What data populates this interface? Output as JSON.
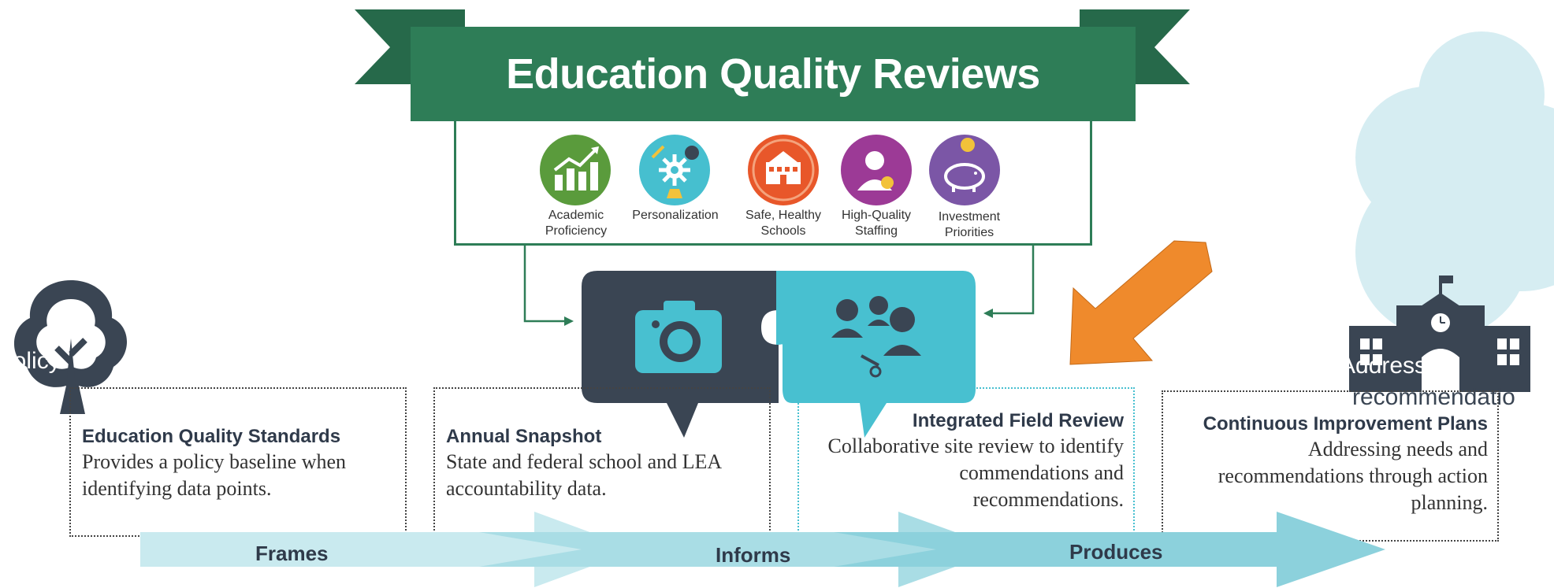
{
  "banner": {
    "title": "Education Quality Reviews"
  },
  "categories": [
    {
      "label": "Academic\nProficiency",
      "icon": "growth-chart-icon",
      "color": "#5a9b3c"
    },
    {
      "label": "Personalization",
      "icon": "gear-palette-icon",
      "color": "#46bfcf"
    },
    {
      "label": "Safe, Healthy\nSchools",
      "icon": "school-icon",
      "color": "#e8572a"
    },
    {
      "label": "High-Quality\nStaffing",
      "icon": "teacher-award-icon",
      "color": "#9c3a96"
    },
    {
      "label": "Investment\nPriorities",
      "icon": "piggy-bank-icon",
      "color": "#7b56a6"
    }
  ],
  "boxes": [
    {
      "title": "Education Quality Standards",
      "text": "Provides a policy baseline when identifying data points."
    },
    {
      "title": "Annual Snapshot",
      "text": "State and federal school and LEA accountability data."
    },
    {
      "title": "Integrated Field Review",
      "text": "Collaborative site review to identify commendations and recommendations."
    },
    {
      "title": "Continuous Improvement Plans",
      "text": "Addressing needs and recommendations through action planning."
    }
  ],
  "flow": {
    "labels": [
      "Frames",
      "Informs",
      "Produces"
    ]
  },
  "overflow_text": {
    "left": "policy",
    "right": "Addressing",
    "right2": "recommendatio"
  },
  "colors": {
    "banner_green": "#2e7d57",
    "dark_navy": "#3a4553",
    "teal": "#48c0d0",
    "light_cyan": "#c9eaef",
    "orange": "#ef8a2c",
    "cloud": "#d6edf2"
  }
}
